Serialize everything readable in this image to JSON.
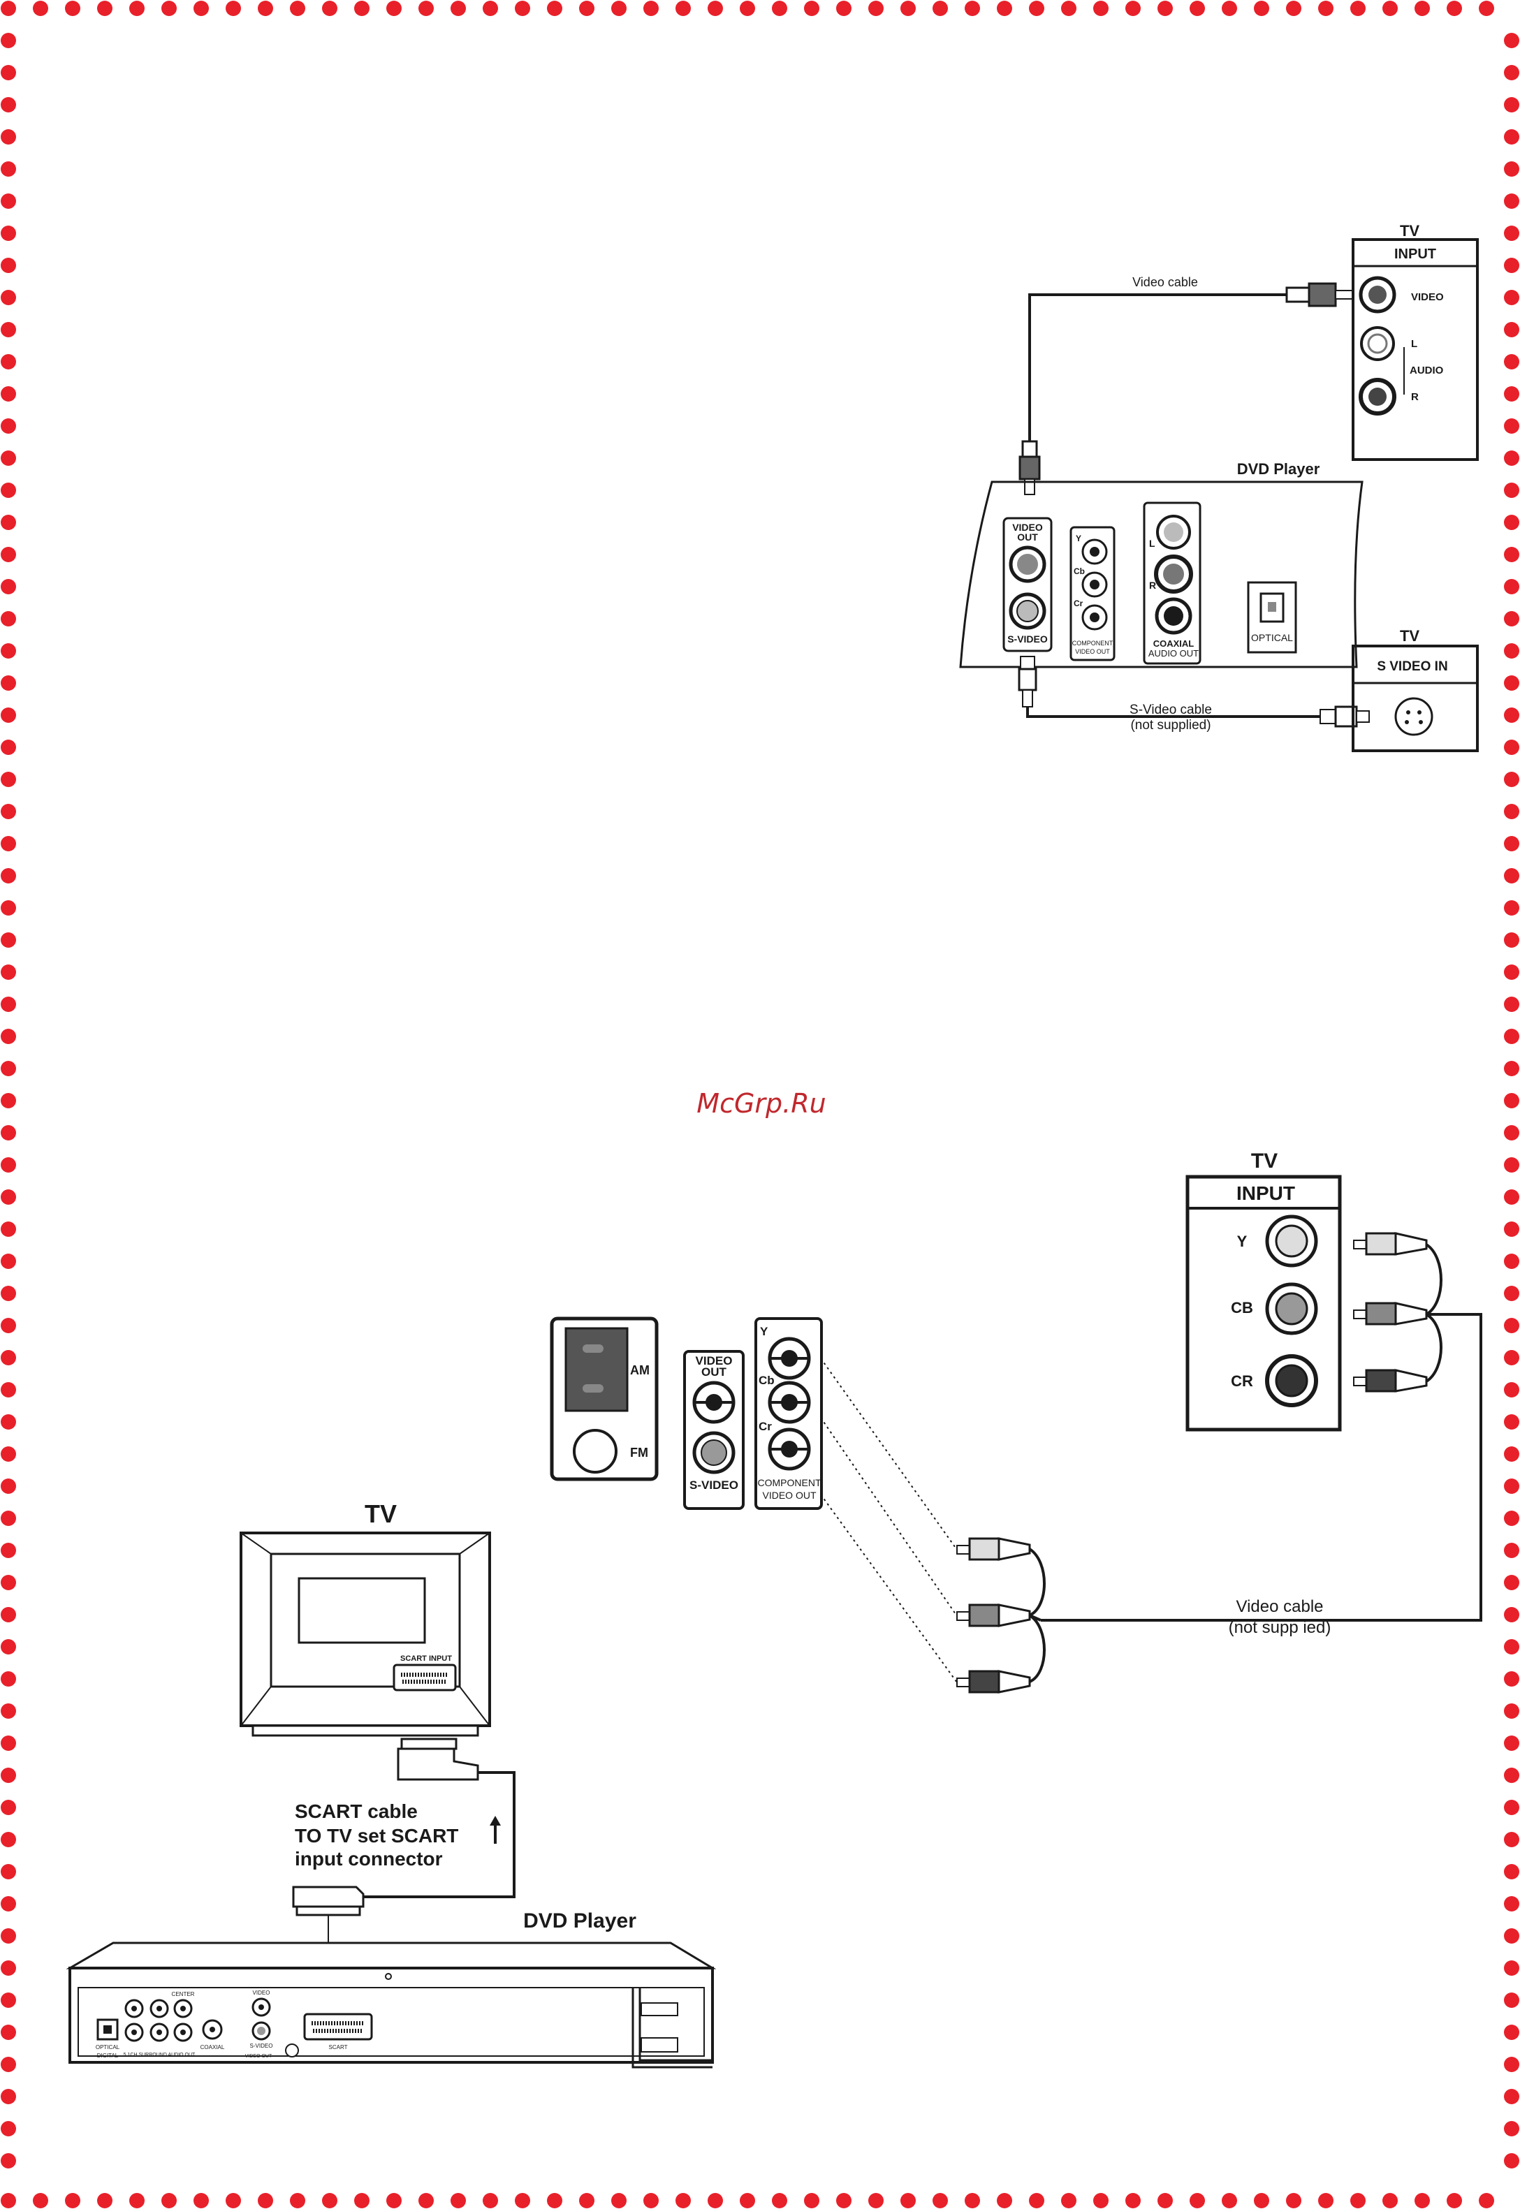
{
  "watermark": "McGrp.Ru",
  "colors": {
    "border_dots": "#e8202a",
    "ink": "#1a1a1a",
    "watermark": "#c0282d"
  },
  "diagram1": {
    "tv_label": "TV",
    "tv_input_title": "INPUT",
    "tv_video_label": "VIDEO",
    "tv_l_label": "L",
    "tv_audio_label": "AUDIO",
    "tv_r_label": "R",
    "video_cable_label": "Video cable",
    "dvd_player_label": "DVD Player",
    "video_out_label_1": "VIDEO",
    "video_out_label_2": "OUT",
    "s_video_label": "S-VIDEO",
    "y_label": "Y",
    "cb_label": "Cb",
    "cr_label": "Cr",
    "component_label_1": "COMPONENT",
    "component_label_2": "VIDEO OUT",
    "l_label": "L",
    "r_label": "R",
    "coaxial_label": "COAXIAL",
    "audio_out_label": "AUDIO OUT",
    "optical_label": "OPTICAL",
    "tv2_label": "TV",
    "s_video_in_label": "S VIDEO IN",
    "s_video_cable_label": "S-Video cable",
    "not_supplied_label": "(not supplied)"
  },
  "diagram2": {
    "tv_label": "TV",
    "tv_input_title": "INPUT",
    "y_label": "Y",
    "cb_label": "CB",
    "cr_label": "CR",
    "am_label": "AM",
    "fm_label": "FM",
    "video_out_label_1": "VIDEO",
    "video_out_label_2": "OUT",
    "s_video_label": "S-VIDEO",
    "panel_y_label": "Y",
    "panel_cb_label": "Cb",
    "panel_cr_label": "Cr",
    "component_label_1": "COMPONENT",
    "component_label_2": "VIDEO OUT",
    "video_cable_label": "Video cable",
    "not_supplied_label": "(not supp ied)"
  },
  "diagram3": {
    "tv_label": "TV",
    "scart_input_label": "SCART INPUT",
    "scart_cable_line1": "SCART cable",
    "scart_cable_line2": "TO TV set SCART",
    "scart_cable_line3": "input connector",
    "dvd_player_label": "DVD Player",
    "center_label": "CENTER",
    "optical_label": "OPTICAL",
    "coaxial_label": "COAXIAL",
    "video_label": "VIDEO",
    "s_video_label": "S-VIDEO",
    "scart_label": "SCART",
    "digital_label": "DIGITAL",
    "surround_label": "5.1CH SURROUND AUDIO OUT",
    "video_out_label": "VIDEO OUT"
  }
}
